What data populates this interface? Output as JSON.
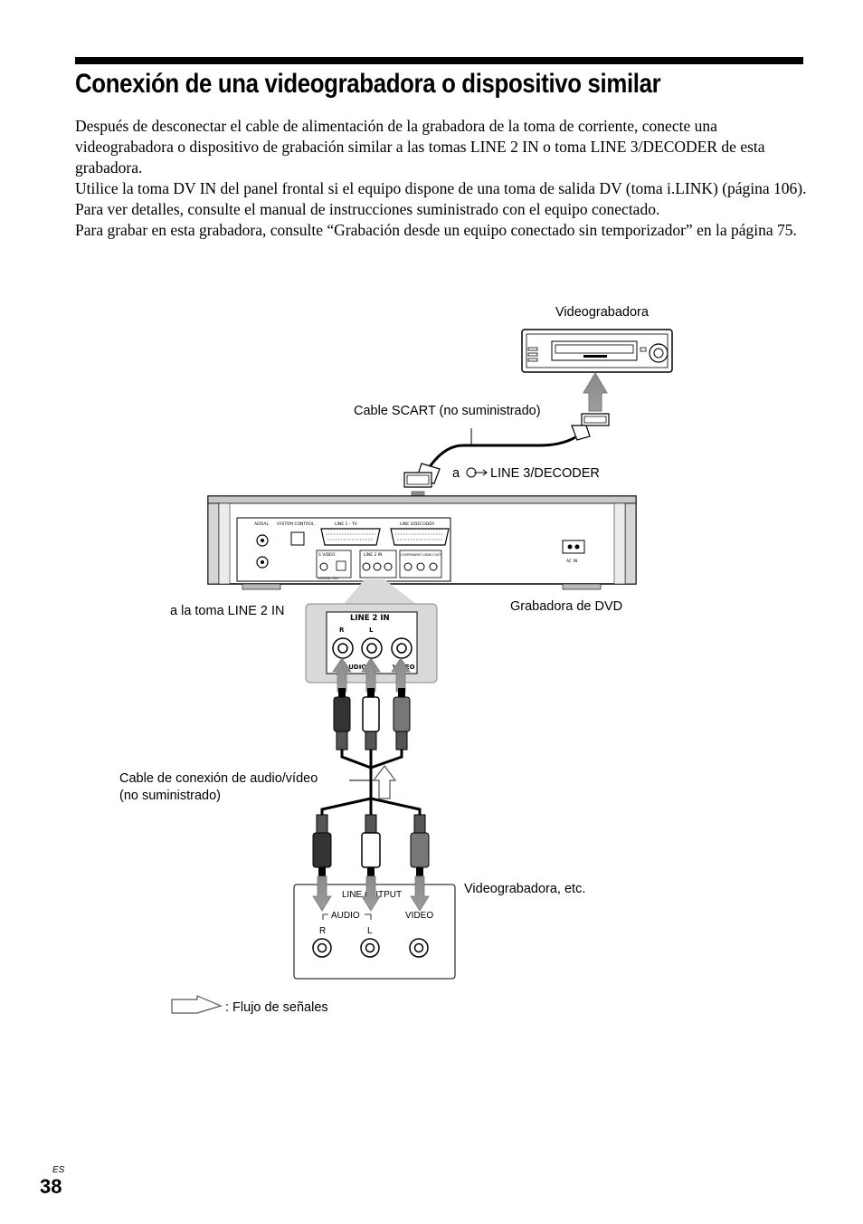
{
  "page": {
    "title": "Conexión de una videograbadora o dispositivo similar",
    "paragraphs": [
      "Después de desconectar el cable de alimentación de la grabadora de la toma de corriente, conecte una videograbadora o dispositivo de grabación similar a las tomas LINE 2 IN o toma LINE 3/DECODER de esta grabadora.",
      "Utilice la toma DV IN del panel frontal si el equipo dispone de una toma de salida DV (toma i.LINK) (página 106).",
      "Para ver detalles, consulte el manual de instrucciones suministrado con el equipo conectado.",
      "Para grabar en esta grabadora, consulte “Grabación desde un equipo conectado sin temporizador” en la página 75."
    ],
    "lang_tag": "ES",
    "page_number": "38"
  },
  "diagram": {
    "vcr_label": "Videograbadora",
    "scart_cable_label": "Cable SCART (no suministrado)",
    "line3_prefix": "a",
    "line3_label": "LINE 3/DECODER",
    "dvd_label": "Grabadora de DVD",
    "line2_label": "a la toma LINE 2 IN",
    "av_cable_label_1": "Cable de conexión de audio/vídeo",
    "av_cable_label_2": "(no suministrado)",
    "vcr_etc_label": "Videograbadora, etc.",
    "legend_label": ": Flujo de señales",
    "panel_labels": {
      "aerial": "AERIAL",
      "system_control": "SYSTEM CONTROL",
      "line1_tv": "LINE 1 - TV",
      "line3_decoder": "LINE 3/DECODER",
      "s_video": "S VIDEO",
      "line2_in_small": "LINE 2 IN",
      "component_video_out": "COMPONENT VIDEO OUT",
      "ac_in": "AC IN",
      "line1_digital_out": "DIGITAL OUT"
    },
    "zoom": {
      "title": "LINE 2 IN",
      "r": "R",
      "l": "L",
      "audio": "AUDIO",
      "video": "VIDEO"
    },
    "output_box": {
      "title": "LINE OUTPUT",
      "audio": "AUDIO",
      "video": "VIDEO",
      "r": "R",
      "l": "L"
    }
  }
}
